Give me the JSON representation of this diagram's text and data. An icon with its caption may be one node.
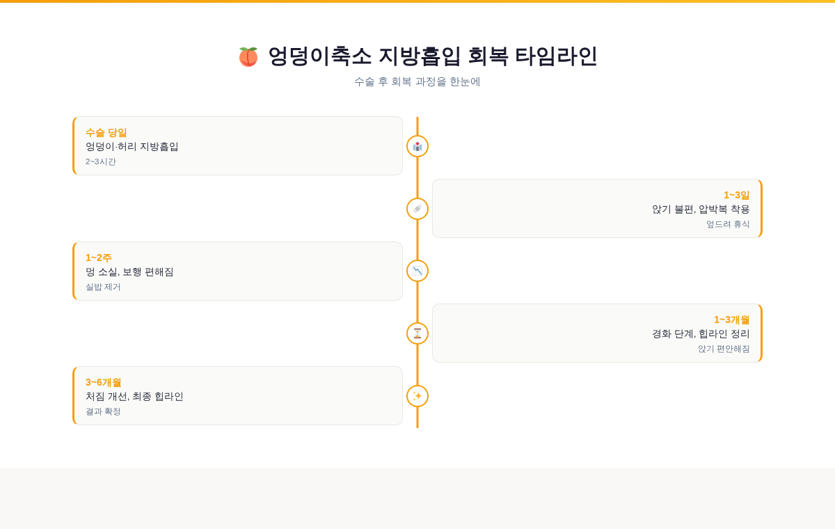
{
  "diagram": {
    "title": "엉덩이축소 지방흡입 회복 타임라인",
    "nodes": [
      {
        "text": [
          "수술 당일",
          "엉덩이·허리 지방흡입",
          "2~3시간"
        ]
      },
      {
        "text": [],
        "shape": "circle"
      },
      {
        "text": [
          "1~3일",
          "앉기 불편, 압박복 착용",
          "엎드려 휴식"
        ]
      },
      {
        "text": [],
        "shape": "circle"
      },
      {
        "text": [
          "1~2주",
          "멍 소실, 보행 편해짐",
          "실밥 제거"
        ]
      },
      {
        "text": [],
        "shape": "circle"
      },
      {
        "text": [
          "1~3개월",
          "경화 단계, 힙라인 정리",
          "앉기 편안해짐"
        ]
      },
      {
        "text": [],
        "shape": "circle"
      },
      {
        "text": [
          "3~6개월",
          "처짐 개선, 최종 힙라인",
          "결과 확정"
        ]
      },
      {
        "text": [],
        "shape": "circle"
      }
    ],
    "edges": [
      {
        "from": 1,
        "to": 3,
        "arrow": "none"
      },
      {
        "from": 3,
        "to": 5,
        "arrow": "none"
      },
      {
        "from": 5,
        "to": 7,
        "arrow": "none"
      },
      {
        "from": 7,
        "to": 9,
        "arrow": "none"
      }
    ],
    "labels": [
      "수술 후 회복 과정을 한눈에"
    ]
  }
}
